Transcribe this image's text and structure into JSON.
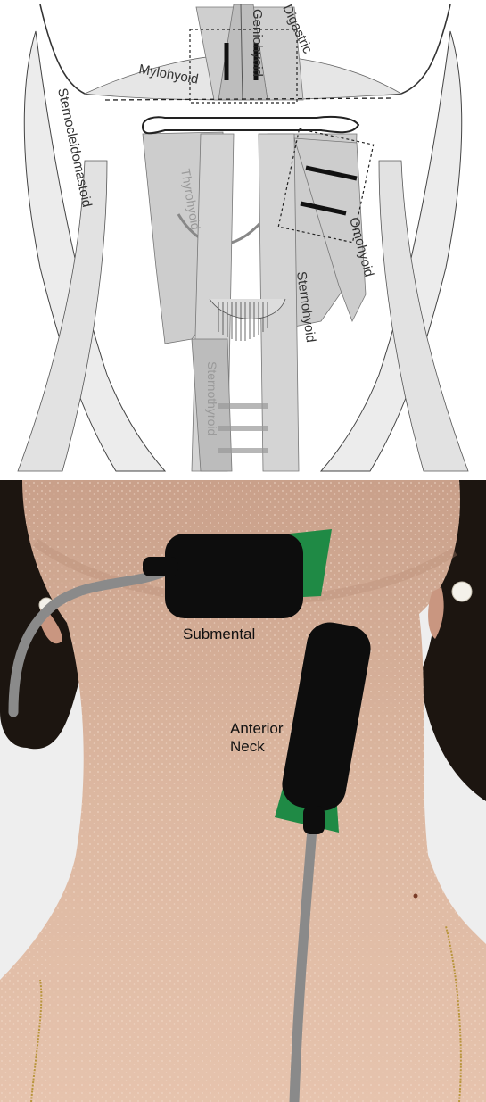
{
  "figure": {
    "muscle_labels": {
      "geniohyoid": "Geniohyoid",
      "digastric": "Digastric",
      "mylohyoid": "Mylohyoid",
      "sternocleidomastoid": "Sternocleidomastoid",
      "thyrohyoid": "Thyrohyoid",
      "omohyoid": "Omohyoid",
      "sternohyoid": "Sternohyoid",
      "sternothyroid": "Sternothyroid"
    },
    "sensor_labels": {
      "submental": "Submental",
      "anterior_neck_line1": "Anterior",
      "anterior_neck_line2": "Neck"
    },
    "colors": {
      "muscle_light": "#e6e6e6",
      "muscle_mid": "#cfcfcf",
      "muscle_dark": "#b3b3b3",
      "outline": "#333333",
      "electrode": "#111111",
      "skin": "#d9b39c",
      "hair": "#1c1510",
      "sensor_body": "#0d0d0d",
      "sensor_tab": "#1f8a45",
      "cable": "#8a8a8a",
      "background_wall": "#eeeeee"
    }
  }
}
